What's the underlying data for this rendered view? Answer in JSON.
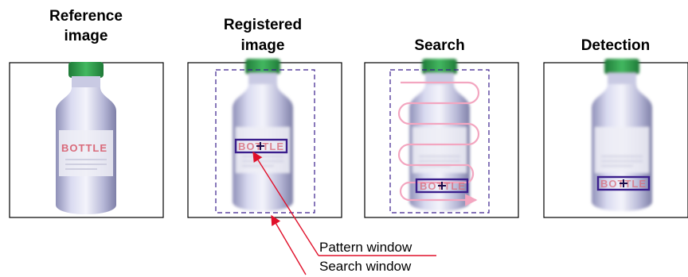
{
  "panels": [
    {
      "title_line1": "Reference",
      "title_line2": "image"
    },
    {
      "title_line1": "Registered",
      "title_line2": "image"
    },
    {
      "title_line1": "Search",
      "title_line2": ""
    },
    {
      "title_line1": "Detection",
      "title_line2": ""
    }
  ],
  "label_text": "BOTTLE",
  "callouts": {
    "pattern_window": "Pattern window",
    "search_window": "Search window"
  },
  "colors": {
    "frame": "#000000",
    "window_outline": "#3a1e8c",
    "arrow": "#e0102a",
    "search_path": "#f3a6c0",
    "cap": "#2a9a48",
    "label_text": "#d96a7a"
  }
}
